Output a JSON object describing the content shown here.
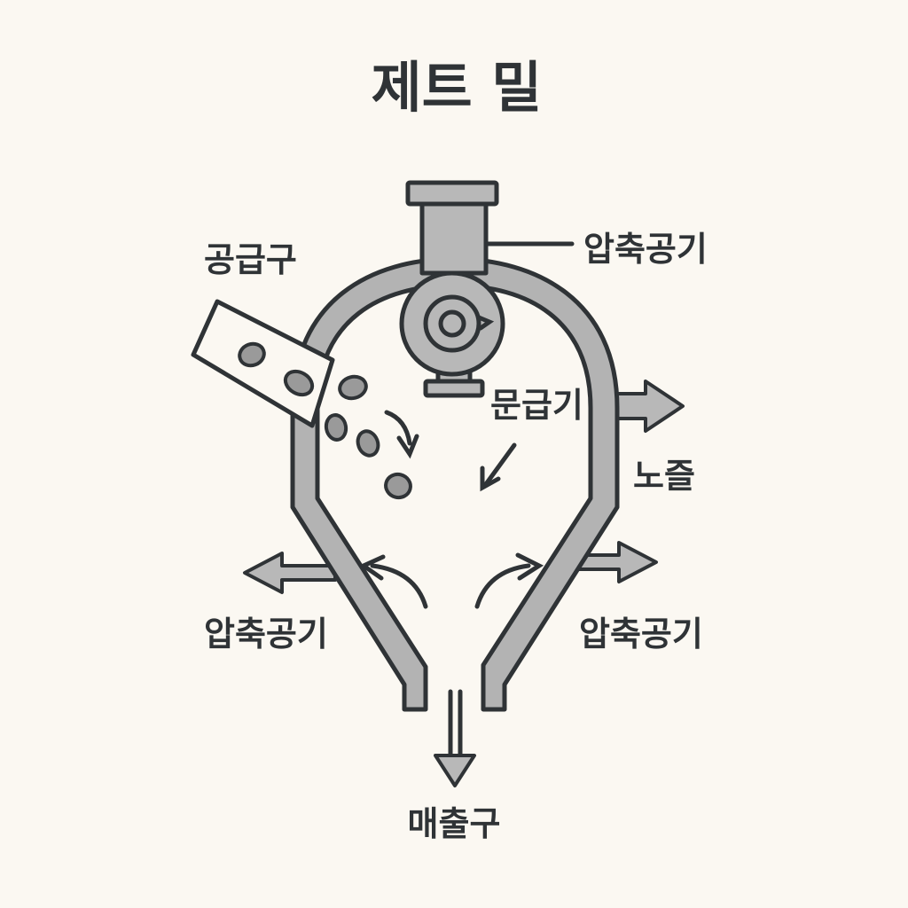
{
  "title": "제트 밀",
  "labels": {
    "feed_inlet": "공급구",
    "compressed_air_top": "압축공기",
    "distributor": "문급기",
    "exhaust": "노즐",
    "compressed_air_left": "압축공기",
    "compressed_air_right": "압축공기",
    "discharge": "매출구"
  },
  "colors": {
    "background": "#fbf8f2",
    "ink": "#2f3336",
    "metal": "#b3b3b3",
    "particle": "#9a9a9a"
  }
}
